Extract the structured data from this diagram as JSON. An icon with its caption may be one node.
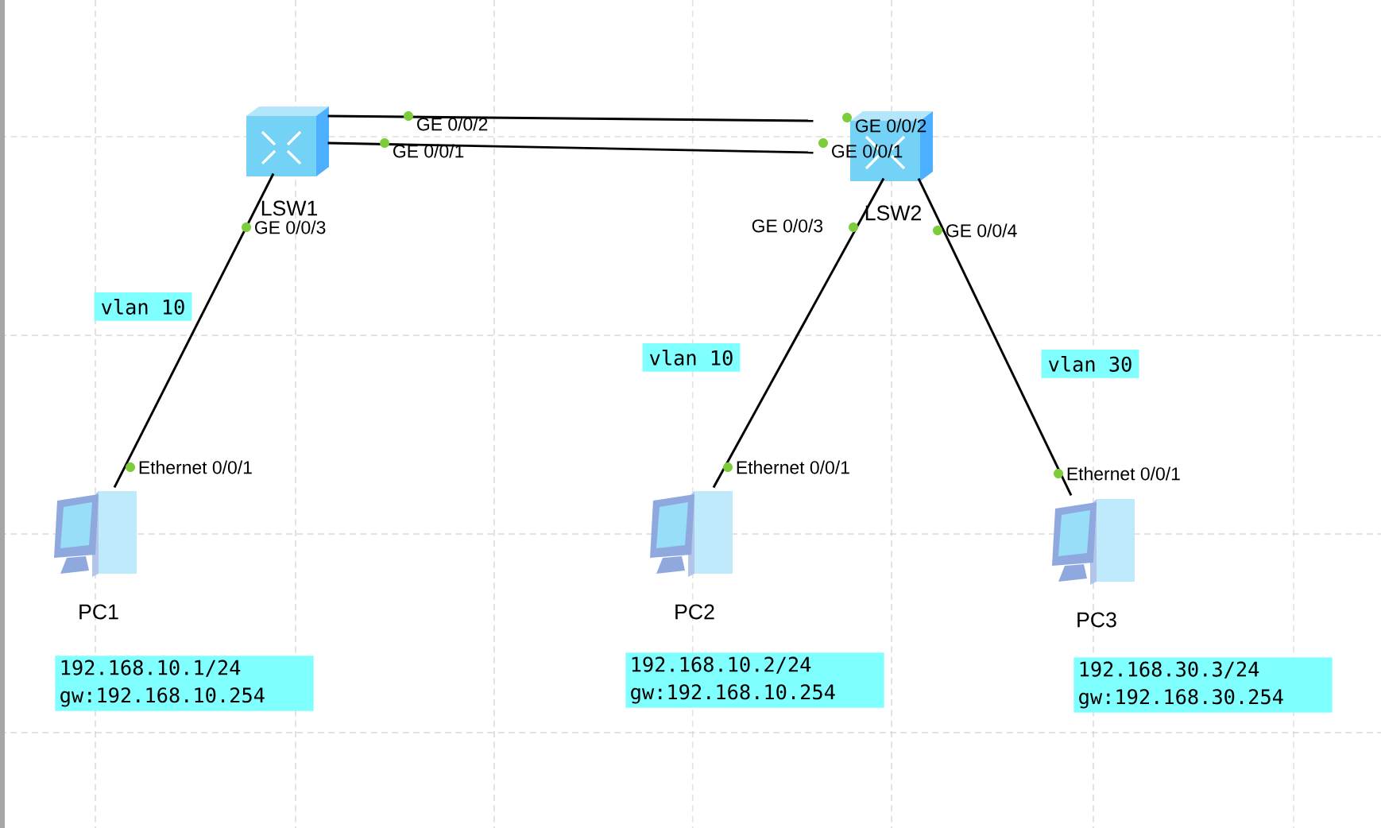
{
  "diagram": {
    "nodes": [
      {
        "text": [],
        "shape": "switch",
        "beside": [
          "LSW1"
        ]
      },
      {
        "text": [],
        "shape": "switch",
        "beside": [
          "LSW2"
        ]
      },
      {
        "text": [
          "vlan 10"
        ]
      },
      {
        "text": [
          "vlan 10"
        ]
      },
      {
        "text": [
          "vlan 30"
        ]
      },
      {
        "text": [],
        "shape": "computer",
        "beside": [
          "PC1"
        ]
      },
      {
        "text": [],
        "shape": "computer",
        "beside": [
          "PC2"
        ]
      },
      {
        "text": [],
        "shape": "computer",
        "beside": [
          "PC3"
        ]
      },
      {
        "text": [
          "192.168.10.1/24 gw:192.168.10.254"
        ]
      },
      {
        "text": [
          "192.168.10.2/24 gw:192.168.10.254"
        ]
      },
      {
        "text": [
          "192.168.30.3/24 gw:192.168.30.254"
        ]
      }
    ],
    "edges": [
      {
        "from": 0,
        "to": 1,
        "arrow": "none"
      },
      {
        "from": 0,
        "to": 1,
        "arrow": "none"
      },
      {
        "from": 0,
        "to": 5,
        "arrow": "none"
      },
      {
        "from": 1,
        "to": 6,
        "arrow": "none"
      },
      {
        "from": 1,
        "to": 7,
        "arrow": "none"
      }
    ],
    "labels": [
      "GE 0/0/2",
      "GE 0/0/2",
      "GE 0/0/1",
      "GE 0/0/1",
      "GE 0/0/3",
      "GE 0/0/3",
      "GE 0/0/4",
      "Ethernet 0/0/1",
      "Ethernet 0/0/1",
      "Ethernet 0/0/1"
    ]
  }
}
